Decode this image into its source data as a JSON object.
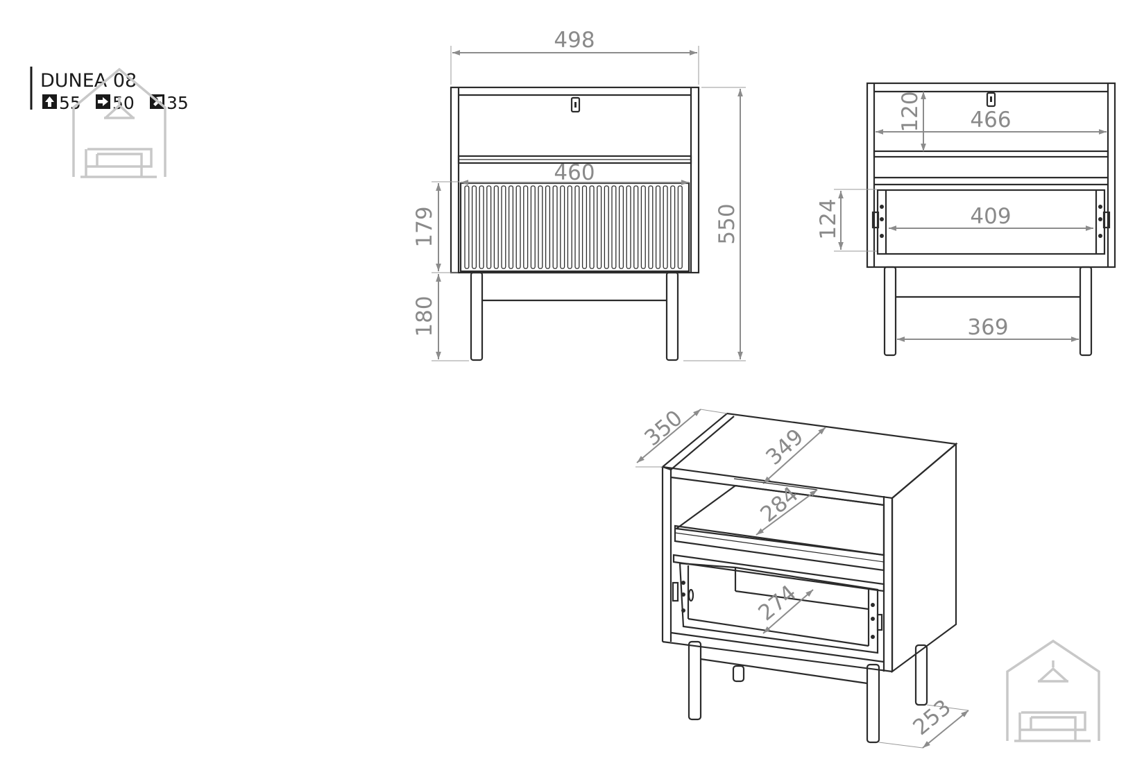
{
  "product": {
    "name": "DUNEA 08",
    "specs": [
      {
        "icon": "arrow-up-icon",
        "value": "55"
      },
      {
        "icon": "arrow-right-icon",
        "value": "50"
      },
      {
        "icon": "arrow-diagonal-icon",
        "value": "35"
      }
    ]
  },
  "dimensions": {
    "front_width": "498",
    "front_inner_width": "460",
    "front_height": "550",
    "drawer_height": "179",
    "leg_height": "180",
    "back_shelf_height": "120",
    "back_inner_width": "466",
    "back_drawer_height": "124",
    "back_drawer_width": "409",
    "back_leg_span": "369",
    "iso_depth": "350",
    "iso_shelf_depth": "349",
    "iso_inner_shelf_depth": "284",
    "iso_drawer_depth": "274",
    "iso_leg_depth": "253"
  },
  "colors": {
    "line": "#2b2b2b",
    "dimension": "#8a8a8a",
    "watermark": "#c8c8c8"
  }
}
